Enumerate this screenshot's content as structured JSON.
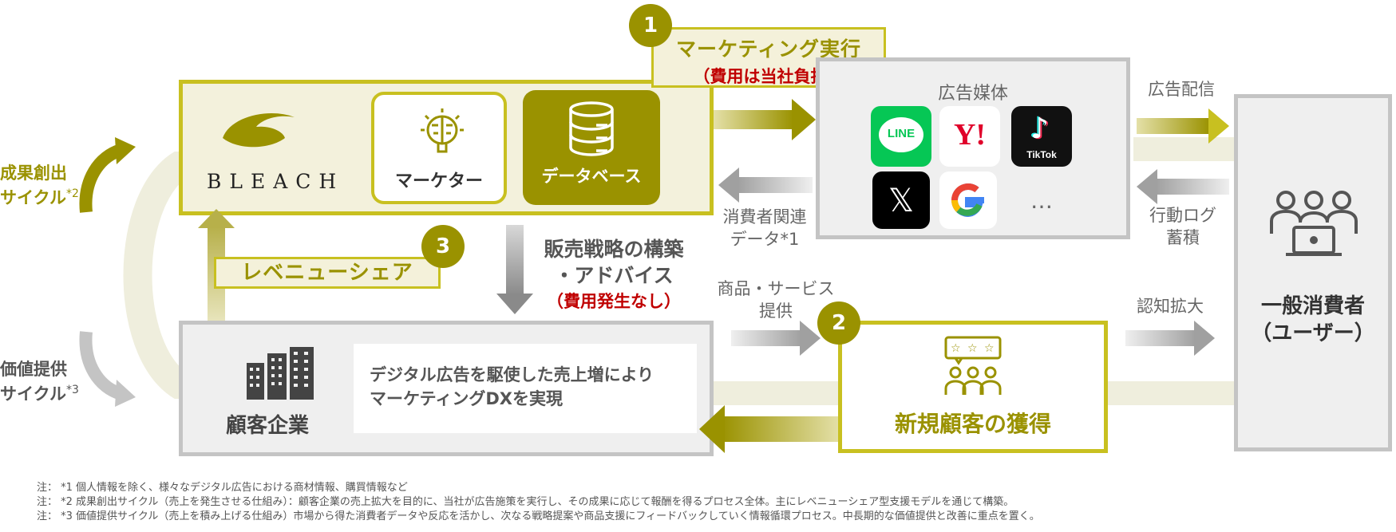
{
  "bleach": {
    "name": "BLEACH",
    "marketer_label": "マーケター",
    "database_label": "データベース"
  },
  "marketing": {
    "number": "1",
    "title": "マーケティング実行",
    "subtitle": "（費用は当社負担）"
  },
  "ad_media": {
    "title": "広告媒体",
    "icons": [
      {
        "name": "line-icon",
        "text": "LINE"
      },
      {
        "name": "yahoo-icon",
        "text": "Y!"
      },
      {
        "name": "tiktok-icon",
        "text": "TikTok"
      },
      {
        "name": "x-icon",
        "text": "𝕏"
      },
      {
        "name": "google-icon",
        "text": "G"
      },
      {
        "name": "more-icon",
        "text": "…"
      }
    ]
  },
  "arrows": {
    "ad_delivery": "広告配信",
    "consumer_data": "消費者関連\nデータ*1",
    "behavior_log": "行動ログ\n蓄積",
    "product_service": "商品・サービス\n提供",
    "awareness": "認知拡大"
  },
  "consumer": {
    "title_line1": "一般消費者",
    "title_line2": "（ユーザー）"
  },
  "strategy": {
    "title": "販売戦略の構築\n・アドバイス",
    "subtitle": "（費用発生なし）"
  },
  "revenue_share": {
    "number": "3",
    "label": "レベニューシェア"
  },
  "client": {
    "label": "顧客企業",
    "description": "デジタル広告を駆使した売上増により\nマーケティングDXを実現"
  },
  "new_customer": {
    "number": "2",
    "label": "新規顧客の獲得"
  },
  "cycles": {
    "result": {
      "line1": "成果創出",
      "line2": "サイクル",
      "mark": "*2"
    },
    "value": {
      "line1": "価値提供",
      "line2": "サイクル",
      "mark": "*3"
    }
  },
  "notes": [
    "注：  *1 個人情報を除く、様々なデジタル広告における商材情報、購買情報など",
    "注：  *2 成果創出サイクル（売上を発生させる仕組み）：顧客企業の売上拡大を目的に、当社が広告施策を実行し、その成果に応じて報酬を得るプロセス全体。主にレベニューシェア型支援モデルを通じて構築。",
    "注：  *3 価値提供サイクル（売上を積み上げる仕組み）市場から得た消費者データや反応を活かし、次なる戦略提案や商品支援にフィードバックしていく情報循環プロセス。中長期的な価値提供と改善に重点を置く。"
  ],
  "colors": {
    "olive": "#9a9200",
    "olive_light": "#c8c020",
    "red": "#c00000",
    "gray": "#c4c4c4"
  }
}
